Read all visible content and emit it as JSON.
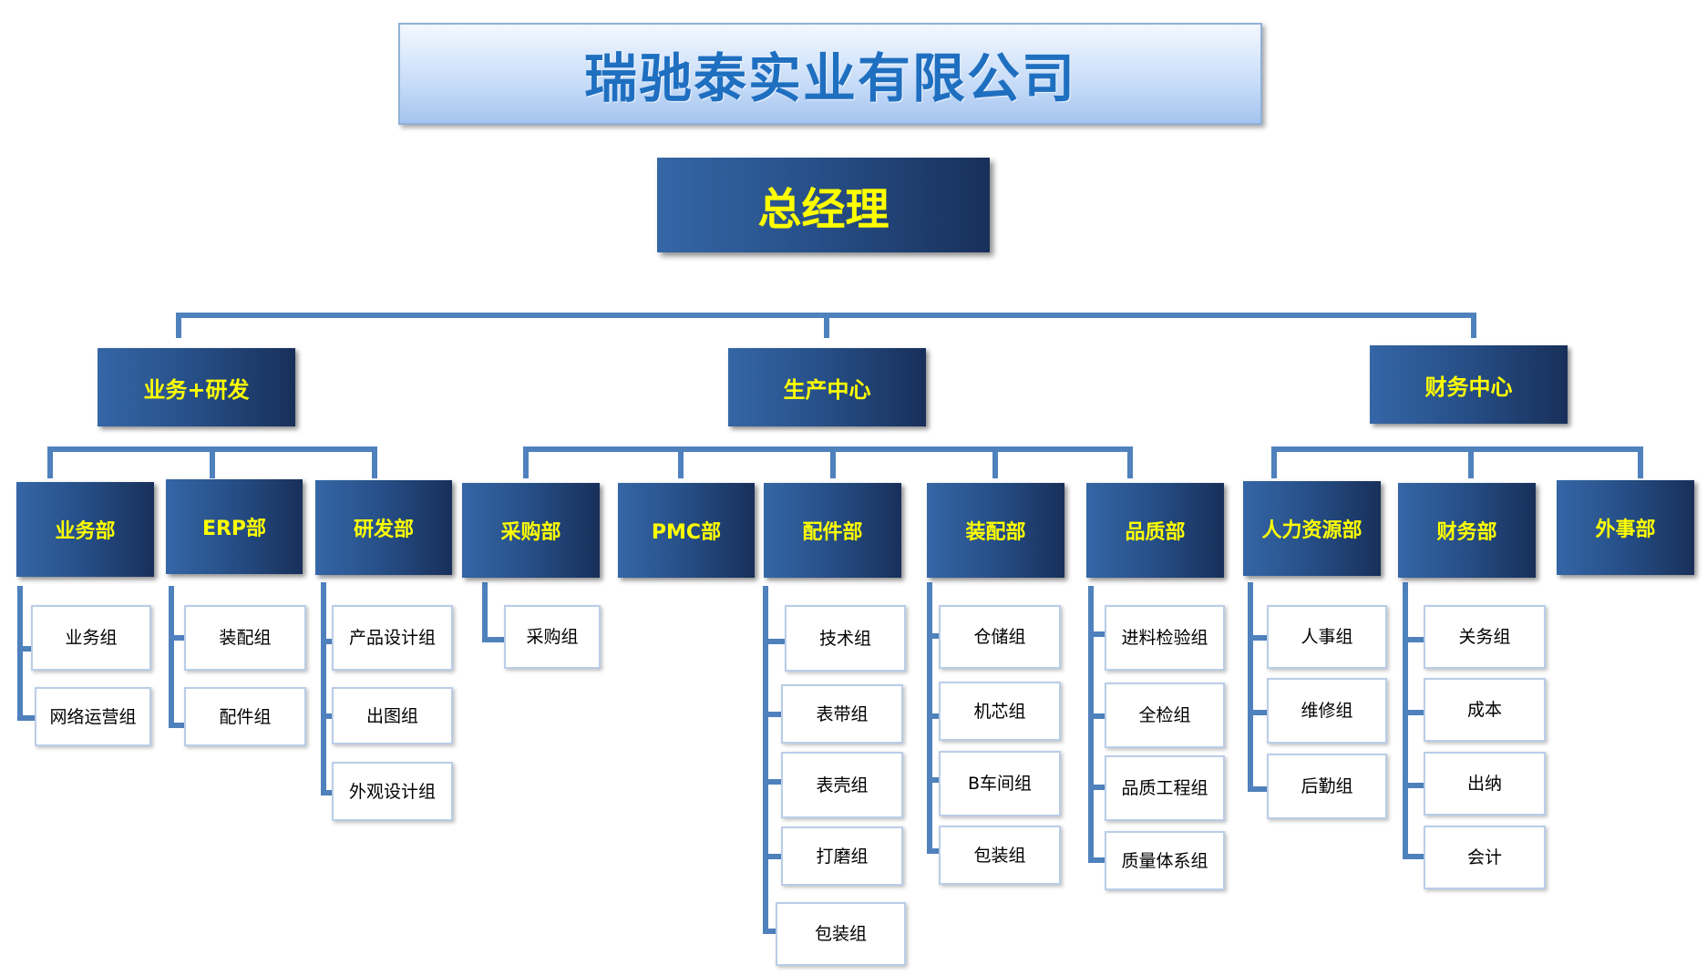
{
  "title": "瑞驰泰实业有限公司",
  "ceo": "总经理",
  "centers": {
    "sales_rd": "业务+研发",
    "production": "生产中心",
    "finance_center": "财务中心"
  },
  "departments": {
    "sales": "业务部",
    "erp": "ERP部",
    "rd": "研发部",
    "purchase": "采购部",
    "pmc": "PMC部",
    "parts": "配件部",
    "assembly": "装配部",
    "quality": "品质部",
    "hr": "人力资源部",
    "finance": "财务部",
    "foreign": "外事部"
  },
  "groups": {
    "sales": [
      "业务组",
      "网络运营组"
    ],
    "erp": [
      "装配组",
      "配件组"
    ],
    "rd": [
      "产品设计组",
      "出图组",
      "外观设计组"
    ],
    "purchase": [
      "采购组"
    ],
    "parts": [
      "技术组",
      "表带组",
      "表壳组",
      "打磨组",
      "包装组"
    ],
    "assembly": [
      "仓储组",
      "机芯组",
      "B车间组",
      "包装组"
    ],
    "quality": [
      "进料检验组",
      "全检组",
      "品质工程组",
      "质量体系组"
    ],
    "hr": [
      "人事组",
      "维修组",
      "后勤组"
    ],
    "finance": [
      "关务组",
      "成本",
      "出纳",
      "会计"
    ]
  },
  "colors": {
    "connector": "#4f81bd",
    "box_dark": "#1f3e6e",
    "box_text": "#ffff00",
    "title_text": "#1f6fc0"
  }
}
